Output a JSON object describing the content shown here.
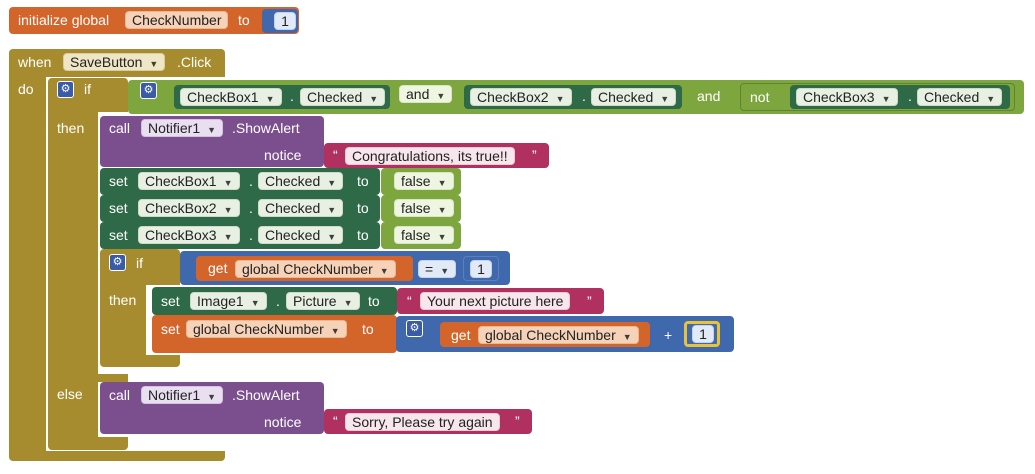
{
  "colors": {
    "global": "#d3652b",
    "control": "#a78c2f",
    "logic": "#7ea63f",
    "math": "#3f68ad",
    "component_method": "#7b4f8e",
    "component_setter": "#2f6a48",
    "text": "#b03060"
  },
  "init_block": {
    "prefix": "initialize global",
    "var": "CheckNumber",
    "to": "to",
    "value": "1"
  },
  "event": {
    "when": "when",
    "component": "SaveButton",
    "event": ".Click",
    "do": "do"
  },
  "if1": {
    "if": "if",
    "then": "then",
    "else": "else",
    "cond": {
      "c1": {
        "component": "CheckBox1",
        "dot": ".",
        "prop": "Checked"
      },
      "op1": "and",
      "c2": {
        "component": "CheckBox2",
        "dot": ".",
        "prop": "Checked"
      },
      "op2": "and",
      "not": "not",
      "c3": {
        "component": "CheckBox3",
        "dot": ".",
        "prop": "Checked"
      }
    }
  },
  "alert1": {
    "call": "call",
    "component": "Notifier1",
    "method": ".ShowAlert",
    "param": "notice",
    "text": "Congratulations, its true!!"
  },
  "setters": [
    {
      "set": "set",
      "component": "CheckBox1",
      "dot": ".",
      "prop": "Checked",
      "to": "to",
      "value": "false"
    },
    {
      "set": "set",
      "component": "CheckBox2",
      "dot": ".",
      "prop": "Checked",
      "to": "to",
      "value": "false"
    },
    {
      "set": "set",
      "component": "CheckBox3",
      "dot": ".",
      "prop": "Checked",
      "to": "to",
      "value": "false"
    }
  ],
  "if2": {
    "if": "if",
    "then": "then",
    "get": "get",
    "var": "global CheckNumber",
    "op": "=",
    "value": "1"
  },
  "set_picture": {
    "set": "set",
    "component": "Image1",
    "dot": ".",
    "prop": "Picture",
    "to": "to",
    "text": "Your next picture here"
  },
  "set_global": {
    "set": "set",
    "var": "global CheckNumber",
    "to": "to",
    "get": "get",
    "get_var": "global CheckNumber",
    "plus": "+",
    "value": "1"
  },
  "alert2": {
    "call": "call",
    "component": "Notifier1",
    "method": ".ShowAlert",
    "param": "notice",
    "text": "Sorry, Please try again"
  },
  "quote_open": "“",
  "quote_close": "”",
  "icons": {
    "mutator": "gear-icon",
    "dropdown": "triangle-down-icon"
  }
}
